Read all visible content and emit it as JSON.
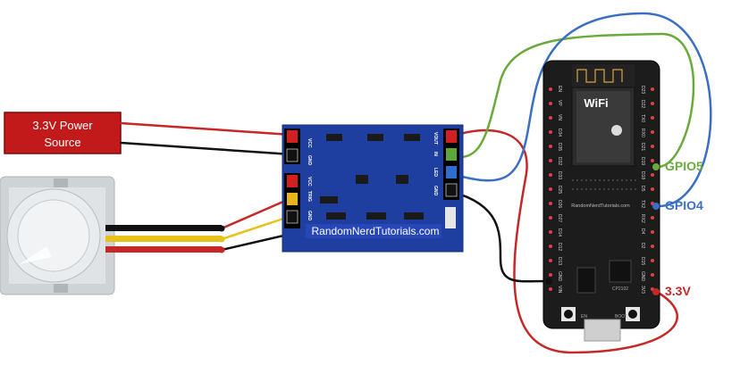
{
  "power_source": {
    "label_line1": "3.3V Power",
    "label_line2": "Source"
  },
  "relay_board": {
    "brand": "RandomNerdTutorials.com",
    "left_pins": [
      "VCC",
      "GND",
      "VCC",
      "TRIG",
      "GND"
    ],
    "right_pins": [
      "VOUT",
      "IN",
      "LED",
      "GND"
    ]
  },
  "esp32": {
    "wifi_label": "WiFi",
    "brand": "RandomNerdTutorials.com",
    "chip": "CP2102",
    "button_left": "EN",
    "button_right": "BOOT",
    "left_pins": [
      "EN",
      "VP",
      "VN",
      "D34",
      "D35",
      "D32",
      "D33",
      "D25",
      "D26",
      "D27",
      "D14",
      "D12",
      "D13",
      "GND",
      "VIN"
    ],
    "right_pins": [
      "D23",
      "D22",
      "TX0",
      "RX0",
      "D21",
      "D19",
      "D18",
      "D5",
      "TX2",
      "RX2",
      "D4",
      "D2",
      "D15",
      "GND",
      "3V3"
    ]
  },
  "labels": {
    "gpio5": "GPIO5",
    "gpio4": "GPIO4",
    "v33": "3.3V"
  },
  "colors": {
    "red_wire": "#c62828",
    "black_wire": "#111111",
    "green_wire": "#6aaa3a",
    "blue_wire": "#3a6fc4",
    "yellow_wire": "#e8c21a",
    "board_blue": "#1f3fa0"
  }
}
